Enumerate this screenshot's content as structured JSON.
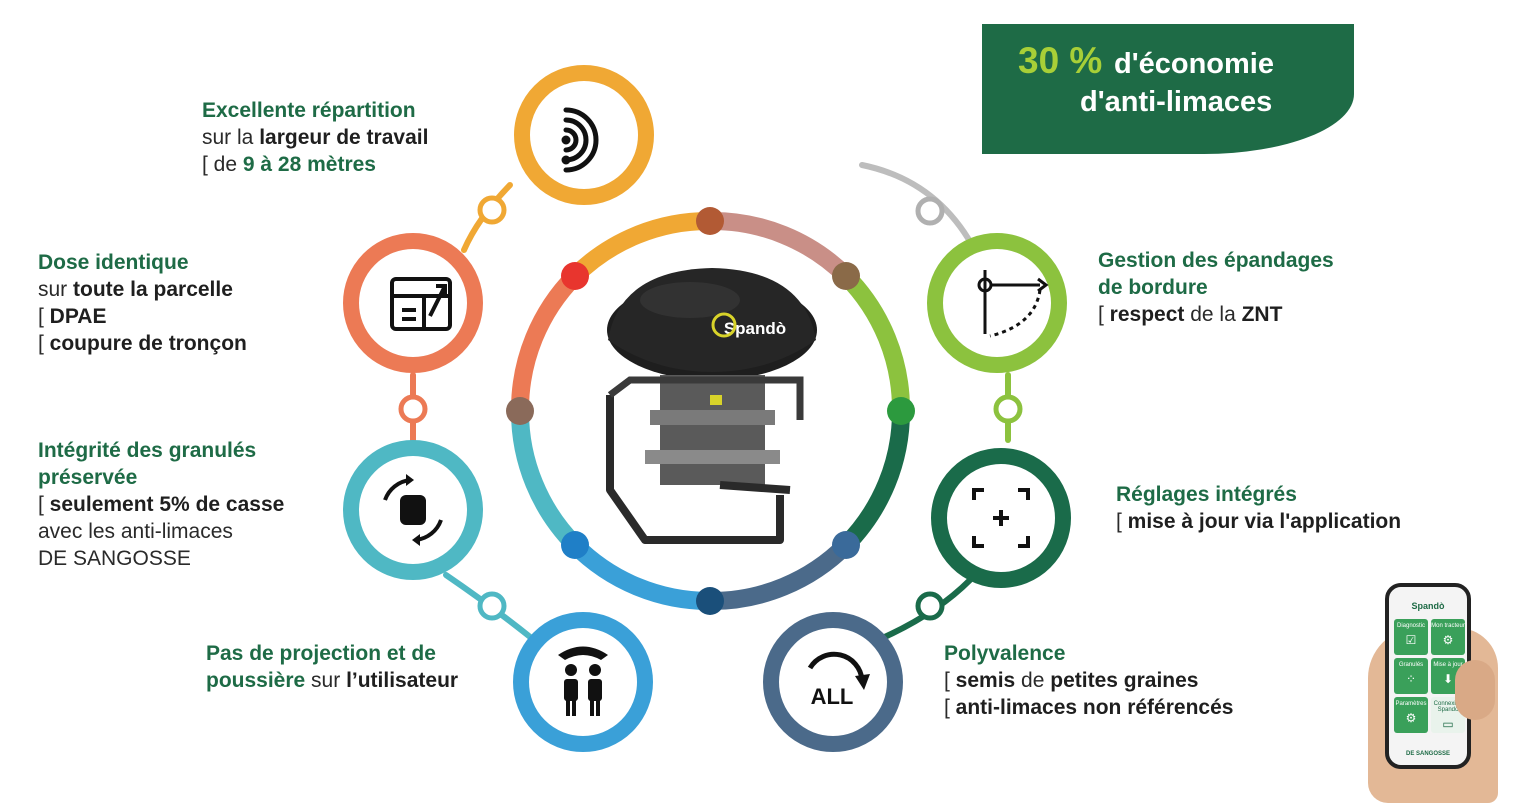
{
  "banner": {
    "percent": "30 %",
    "line1": "d'économie",
    "line2": "d'anti-limaces"
  },
  "product": {
    "brand": "Spandò"
  },
  "colors": {
    "brand_green": "#1e6b46",
    "lime": "#a8cf37",
    "orange_yellow": "#f0a834",
    "salmon": "#ec7a55",
    "teal": "#4fb8c4",
    "blue": "#3aa0d8",
    "slate": "#4b6a8a",
    "dark_green": "#1a6b4a",
    "light_green": "#8cc23e",
    "grey": "#b0b0b0"
  },
  "features": {
    "repartition": {
      "icon": "spread-waves-icon",
      "title": "Excellente répartition",
      "l2a": "sur la ",
      "l2b": "largeur de travail",
      "l3a": "[ de ",
      "l3b": "9 à 28 mètres"
    },
    "dose": {
      "icon": "dose-chart-icon",
      "title": "Dose identique",
      "l2a": "sur ",
      "l2b": "toute la parcelle",
      "l3a": "[ ",
      "l3b": "DPAE",
      "l4a": "[ ",
      "l4b": "coupure de tronçon"
    },
    "integrite": {
      "icon": "granule-cycle-icon",
      "title1": "Intégrité des granulés",
      "title2": "préservée",
      "l2a": "[ ",
      "l2b": "seulement 5% de casse",
      "l3": "avec les anti-limaces",
      "l4": "DE SANGOSSE"
    },
    "projection": {
      "icon": "user-protection-icon",
      "title1": "Pas de projection et de",
      "title2": "poussière",
      "l2a": " sur ",
      "l2b": "l’utilisateur"
    },
    "bordure": {
      "icon": "border-spreading-icon",
      "title1": "Gestion des épandages",
      "title2": "de bordure",
      "l2a": "[ ",
      "l2b": "respect",
      "l2c": " de la ",
      "l2d": "ZNT"
    },
    "reglages": {
      "icon": "settings-focus-icon",
      "title": "Réglages intégrés",
      "l2a": "[ ",
      "l2b": "mise à jour via l'application"
    },
    "polyvalence": {
      "icon": "all-cycle-icon",
      "icon_text": "ALL",
      "title": "Polyvalence",
      "l2a": "[ ",
      "l2b": "semis",
      "l2c": " de ",
      "l2d": "petites graines",
      "l3a": "[ ",
      "l3b": "anti-limaces non référencés"
    }
  },
  "app": {
    "logo": "Spandò",
    "tiles": [
      {
        "label": "Diagnostic",
        "icon": "checklist-icon"
      },
      {
        "label": "Mon tracteur",
        "icon": "tractor-icon"
      },
      {
        "label": "Granulés",
        "icon": "granules-icon"
      },
      {
        "label": "Mise à jour",
        "icon": "download-icon"
      },
      {
        "label": "Paramètres",
        "icon": "gear-icon"
      },
      {
        "label": "Connexion Spandò",
        "icon": "connect-icon"
      }
    ],
    "footer": "DE SANGOSSE"
  }
}
